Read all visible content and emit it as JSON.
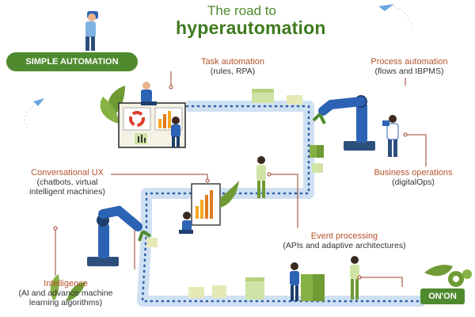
{
  "header": {
    "title_line1": "The road to",
    "title_line2": "hyperautomation"
  },
  "badges": {
    "start": "SIMPLE AUTOMATION",
    "end": "ON'ON"
  },
  "stages": [
    {
      "id": "task",
      "title": "Task automation",
      "subtitle": [
        "(rules, RPA)"
      ]
    },
    {
      "id": "process",
      "title": "Process automation",
      "subtitle": [
        "(flows and IBPMS)"
      ]
    },
    {
      "id": "business",
      "title": "Business operations",
      "subtitle": [
        "(digitalOps)"
      ]
    },
    {
      "id": "conversational",
      "title": "Conversational UX",
      "subtitle": [
        "(chatbots, virtual",
        "intelligent machines)"
      ]
    },
    {
      "id": "event",
      "title": "Event processing",
      "subtitle": [
        "(APIs and adaptive architectures)"
      ]
    },
    {
      "id": "intelligence",
      "title": "Intelligence",
      "subtitle": [
        "(AI and advance machine",
        "learning algorithms)"
      ]
    }
  ],
  "colors": {
    "green_title": "#3f7a1f",
    "label_orange": "#b5532a",
    "conveyor": "#cfe0f2",
    "conveyor_dots": "#2b5fa8",
    "robot_blue": "#2d63b4",
    "box_green": "#cfe3a6",
    "box_dark": "#6f9a34",
    "leader_line": "#9b3f2a"
  },
  "icons": [
    "binoculars-person-icon",
    "paper-plane-icon",
    "robot-arm-icon",
    "dashboard-screen-icon",
    "gear-icon",
    "box-icon",
    "person-icon",
    "plant-icon"
  ]
}
